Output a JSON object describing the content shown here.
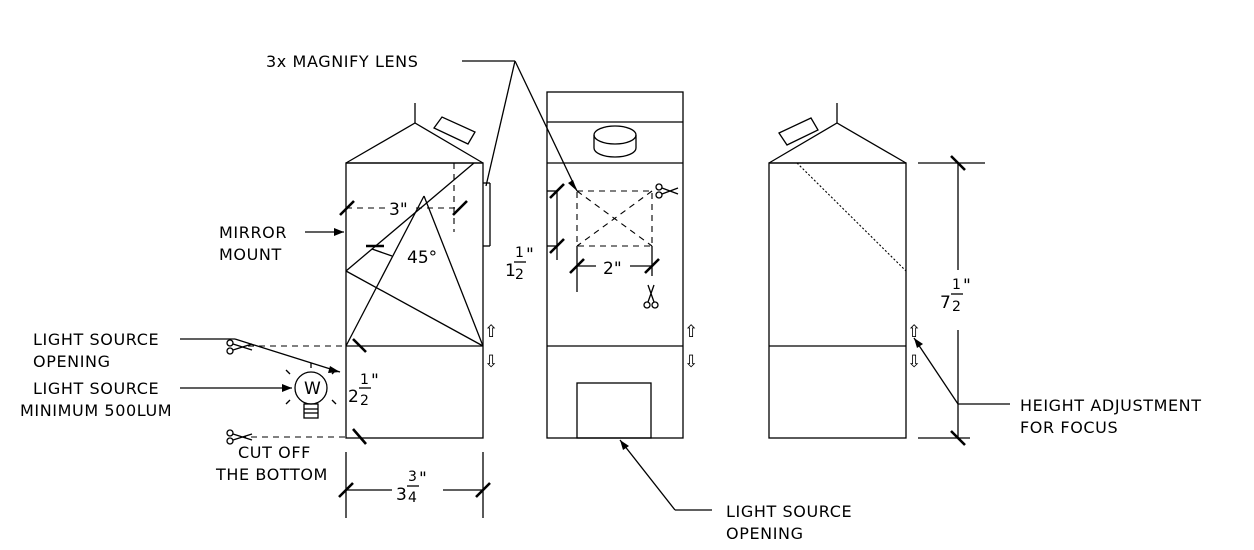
{
  "labels": {
    "magnify_lens": "3x MAGNIFY LENS",
    "mirror_mount_1": "MIRROR",
    "mirror_mount_2": "MOUNT",
    "light_opening_1": "LIGHT SOURCE",
    "light_opening_2": "OPENING",
    "light_source_1": "LIGHT SOURCE",
    "light_source_2": "MINIMUM 500LUM",
    "cut_off_1": "CUT OFF",
    "cut_off_2": "THE BOTTOM",
    "height_adj_1": "HEIGHT ADJUSTMENT",
    "height_adj_2": "FOR FOCUS",
    "bottom_opening_1": "LIGHT SOURCE",
    "bottom_opening_2": "OPENING",
    "bulb_letter": "W"
  },
  "dimensions": {
    "mirror_width": "3\"",
    "mirror_angle": "45°",
    "lower_height_whole": "2",
    "lower_height_num": "1",
    "lower_height_den": "2",
    "lower_height_unit": "\"",
    "base_width_whole": "3",
    "base_width_num": "3",
    "base_width_den": "4",
    "base_width_unit": "\"",
    "window_height_whole": "1",
    "window_height_num": "1",
    "window_height_den": "2",
    "window_height_unit": "\"",
    "window_width": "2\"",
    "total_height_whole": "7",
    "total_height_num": "1",
    "total_height_den": "2",
    "total_height_unit": "\""
  },
  "icons": {
    "adjust_up": "⇧",
    "adjust_down": "⇩"
  }
}
